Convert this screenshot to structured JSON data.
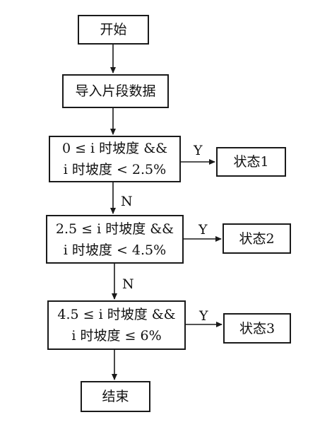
{
  "nodes": {
    "start": "开始",
    "import": "导入片段数据",
    "cond1": {
      "line1": "0 ≤ i 时坡度 &&",
      "line2": "i 时坡度 < 2.5%"
    },
    "cond2": {
      "line1": "2.5 ≤ i 时坡度 &&",
      "line2": "i 时坡度 < 4.5%"
    },
    "cond3": {
      "line1": "4.5 ≤ i 时坡度 &&",
      "line2": "i 时坡度 ≤  6%"
    },
    "state1": "状态1",
    "state2": "状态2",
    "state3": "状态3",
    "end": "结束"
  },
  "edge_labels": {
    "yes": "Y",
    "no": "N"
  }
}
